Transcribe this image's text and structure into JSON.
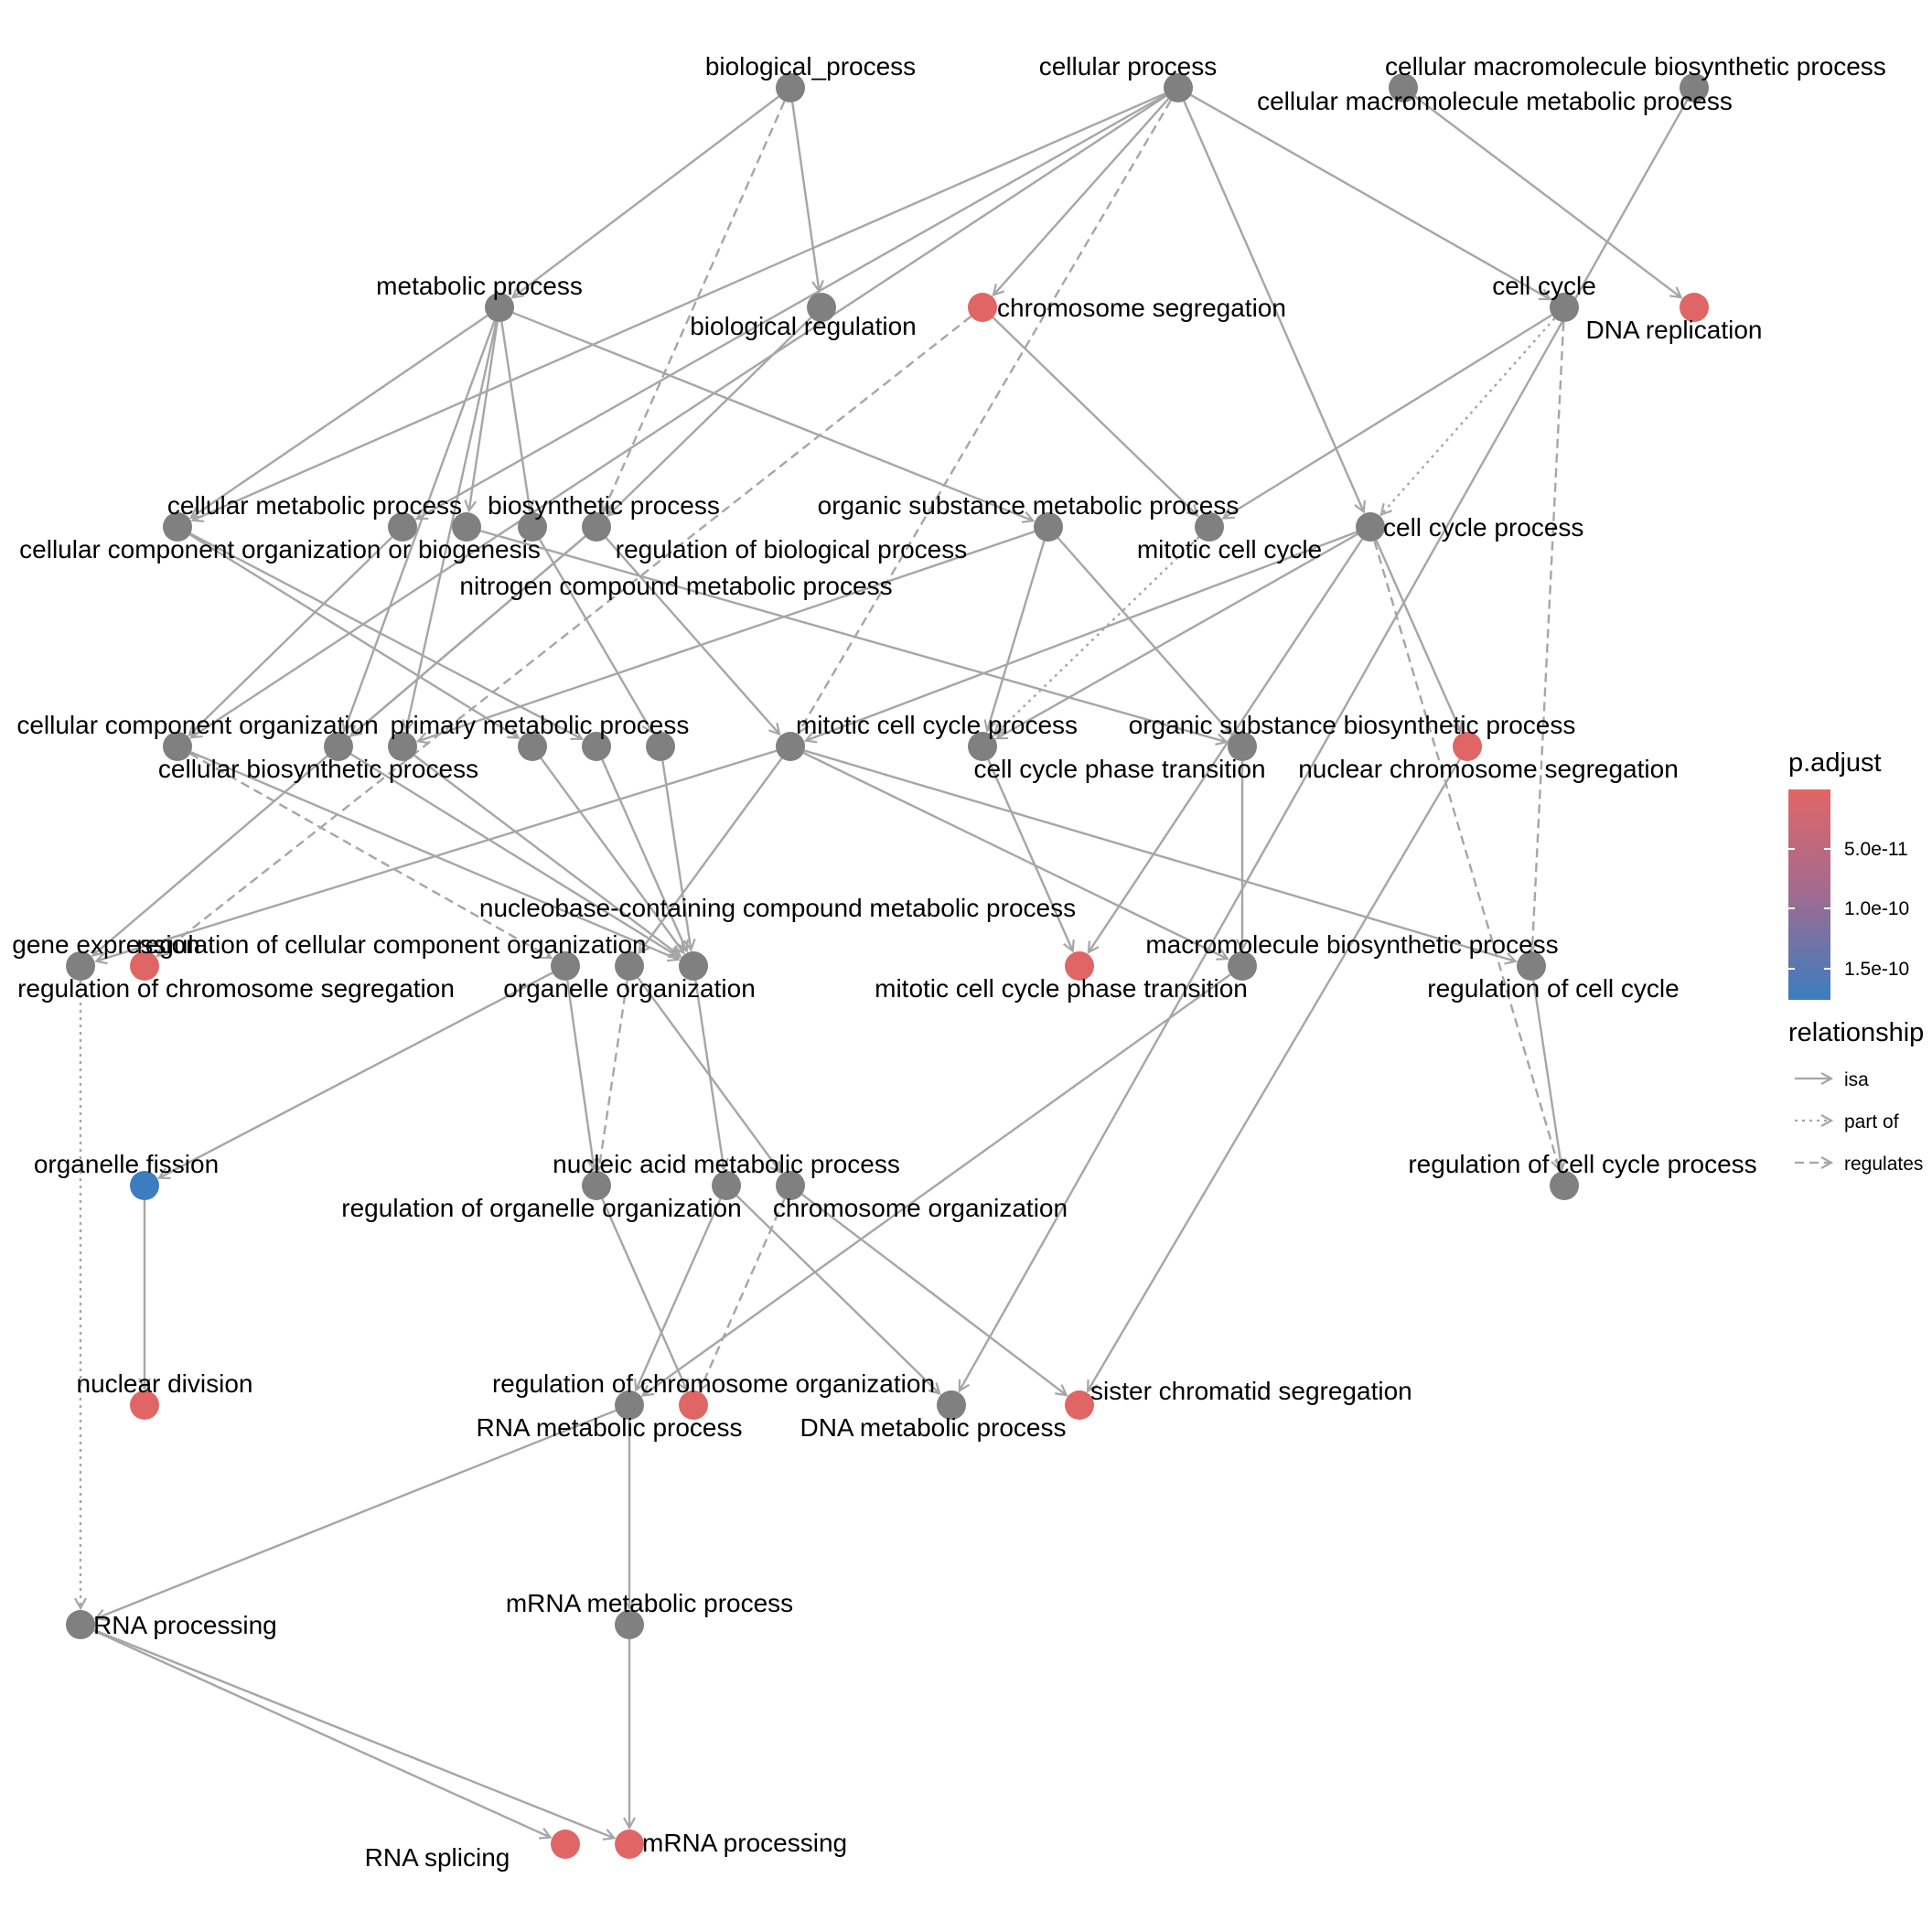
{
  "colors": {
    "node_default": "#808080",
    "node_high": "#E06666",
    "node_low": "#3B7DBF",
    "edge": "#A6A6A6"
  },
  "nodes": [
    {
      "id": "biological_process",
      "label": "biological_process",
      "color": "default"
    },
    {
      "id": "cellular_process",
      "label": "cellular process",
      "color": "default"
    },
    {
      "id": "cell_macro_biosyn",
      "label": "cellular macromolecule biosynthetic process",
      "color": "default"
    },
    {
      "id": "cell_macro_metab",
      "label": "cellular macromolecule metabolic process",
      "color": "default"
    },
    {
      "id": "metabolic_process",
      "label": "metabolic process",
      "color": "default"
    },
    {
      "id": "biological_regulation",
      "label": "biological regulation",
      "color": "default"
    },
    {
      "id": "chromosome_segregation",
      "label": "chromosome segregation",
      "color": "high"
    },
    {
      "id": "cell_cycle",
      "label": "cell cycle",
      "color": "default"
    },
    {
      "id": "dna_replication",
      "label": "DNA replication",
      "color": "high"
    },
    {
      "id": "cellular_metabolic",
      "label": "cellular metabolic process",
      "color": "default"
    },
    {
      "id": "ccob",
      "label": "cellular component organization or biogenesis",
      "color": "default"
    },
    {
      "id": "biosynthetic",
      "label": "biosynthetic process",
      "color": "default"
    },
    {
      "id": "reg_bio_process",
      "label": "regulation of biological process",
      "color": "default"
    },
    {
      "id": "nitrogen",
      "label": "nitrogen compound metabolic process",
      "color": "default"
    },
    {
      "id": "organic_metab",
      "label": "organic substance metabolic process",
      "color": "default"
    },
    {
      "id": "mitotic_cell_cycle",
      "label": "mitotic cell cycle",
      "color": "default"
    },
    {
      "id": "cell_cycle_process",
      "label": "cell cycle process",
      "color": "default"
    },
    {
      "id": "cc_org",
      "label": "cellular component organization",
      "color": "default"
    },
    {
      "id": "cell_biosyn",
      "label": "cellular biosynthetic process",
      "color": "default"
    },
    {
      "id": "primary_metab",
      "label": "primary metabolic process",
      "color": "default"
    },
    {
      "id": "mitotic_cc_process",
      "label": "mitotic cell cycle process",
      "color": "default"
    },
    {
      "id": "cc_phase_trans",
      "label": "cell cycle phase transition",
      "color": "default"
    },
    {
      "id": "organic_biosyn",
      "label": "organic substance biosynthetic process",
      "color": "default"
    },
    {
      "id": "nuclear_chr_seg",
      "label": "nuclear chromosome segregation",
      "color": "high"
    },
    {
      "id": "unlabeled_1",
      "label": "",
      "color": "default"
    },
    {
      "id": "unlabeled_2",
      "label": "",
      "color": "default"
    },
    {
      "id": "unlabeled_3",
      "label": "",
      "color": "default"
    },
    {
      "id": "gene_expression",
      "label": "gene expression",
      "color": "default"
    },
    {
      "id": "reg_chr_seg",
      "label": "regulation of chromosome segregation",
      "color": "high"
    },
    {
      "id": "reg_ccorg",
      "label": "regulation of cellular component organization",
      "color": "default"
    },
    {
      "id": "organelle_org",
      "label": "organelle organization",
      "color": "default"
    },
    {
      "id": "nucleobase",
      "label": "nucleobase-containing compound metabolic process",
      "color": "default"
    },
    {
      "id": "mitotic_phase_trans",
      "label": "mitotic cell cycle phase transition",
      "color": "high"
    },
    {
      "id": "macro_biosyn",
      "label": "macromolecule biosynthetic process",
      "color": "default"
    },
    {
      "id": "reg_cell_cycle",
      "label": "regulation of cell cycle",
      "color": "default"
    },
    {
      "id": "organelle_fission",
      "label": "organelle fission",
      "color": "low"
    },
    {
      "id": "reg_organelle_org",
      "label": "regulation of organelle organization",
      "color": "default"
    },
    {
      "id": "nucleic_acid",
      "label": "nucleic acid metabolic process",
      "color": "default"
    },
    {
      "id": "chromosome_org",
      "label": "chromosome organization",
      "color": "default"
    },
    {
      "id": "reg_cc_process",
      "label": "regulation of cell cycle process",
      "color": "default"
    },
    {
      "id": "nuclear_division",
      "label": "nuclear division",
      "color": "high"
    },
    {
      "id": "rna_metab",
      "label": "RNA metabolic process",
      "color": "default"
    },
    {
      "id": "reg_chr_org",
      "label": "regulation of chromosome organization",
      "color": "high"
    },
    {
      "id": "dna_metab",
      "label": "DNA metabolic process",
      "color": "default"
    },
    {
      "id": "sister_chrom",
      "label": "sister chromatid segregation",
      "color": "high"
    },
    {
      "id": "rna_processing",
      "label": "RNA processing",
      "color": "default"
    },
    {
      "id": "mrna_metab",
      "label": "mRNA metabolic process",
      "color": "default"
    },
    {
      "id": "rna_splicing",
      "label": "RNA splicing",
      "color": "high"
    },
    {
      "id": "mrna_processing",
      "label": "mRNA processing",
      "color": "high"
    }
  ],
  "edges": [
    {
      "from": "biological_process",
      "to": "metabolic_process",
      "type": "isa"
    },
    {
      "from": "biological_process",
      "to": "biological_regulation",
      "type": "isa"
    },
    {
      "from": "biological_process",
      "to": "reg_bio_process",
      "type": "regulates"
    },
    {
      "from": "cellular_process",
      "to": "cell_cycle",
      "type": "isa"
    },
    {
      "from": "cellular_process",
      "to": "chromosome_segregation",
      "type": "isa"
    },
    {
      "from": "cellular_process",
      "to": "ccob",
      "type": "isa"
    },
    {
      "from": "cellular_process",
      "to": "cellular_metabolic",
      "type": "isa"
    },
    {
      "from": "cellular_process",
      "to": "cell_cycle_process",
      "type": "isa"
    },
    {
      "from": "cellular_process",
      "to": "cc_org",
      "type": "isa"
    },
    {
      "from": "cellular_process",
      "to": "mitotic_cc_process",
      "type": "regulates"
    },
    {
      "from": "cell_macro_metab",
      "to": "dna_metab",
      "type": "isa"
    },
    {
      "from": "cell_macro_biosyn",
      "to": "dna_replication",
      "type": "isa"
    },
    {
      "from": "metabolic_process",
      "to": "cellular_metabolic",
      "type": "isa"
    },
    {
      "from": "metabolic_process",
      "to": "biosynthetic",
      "type": "isa"
    },
    {
      "from": "metabolic_process",
      "to": "nitrogen",
      "type": "isa"
    },
    {
      "from": "metabolic_process",
      "to": "organic_metab",
      "type": "isa"
    },
    {
      "from": "metabolic_process",
      "to": "cell_biosyn",
      "type": "isa"
    },
    {
      "from": "metabolic_process",
      "to": "primary_metab",
      "type": "isa"
    },
    {
      "from": "biological_regulation",
      "to": "reg_bio_process",
      "type": "isa"
    },
    {
      "from": "chromosome_segregation",
      "to": "mitotic_cell_cycle",
      "type": "isa"
    },
    {
      "from": "chromosome_segregation",
      "to": "reg_chr_seg",
      "type": "regulates"
    },
    {
      "from": "cell_cycle",
      "to": "cell_cycle_process",
      "type": "partof"
    },
    {
      "from": "cell_cycle",
      "to": "mitotic_cell_cycle",
      "type": "isa"
    },
    {
      "from": "cell_cycle",
      "to": "reg_cell_cycle",
      "type": "regulates"
    },
    {
      "from": "ccob",
      "to": "cc_org",
      "type": "isa"
    },
    {
      "from": "cellular_metabolic",
      "to": "unlabeled_1",
      "type": "isa"
    },
    {
      "from": "cellular_metabolic",
      "to": "unlabeled_2",
      "type": "isa"
    },
    {
      "from": "nitrogen",
      "to": "unlabeled_3",
      "type": "isa"
    },
    {
      "from": "biosynthetic",
      "to": "organic_biosyn",
      "type": "isa"
    },
    {
      "from": "reg_bio_process",
      "to": "mitotic_cc_process",
      "type": "isa"
    },
    {
      "from": "reg_bio_process",
      "to": "cell_biosyn",
      "type": "isa"
    },
    {
      "from": "organic_metab",
      "to": "primary_metab",
      "type": "isa"
    },
    {
      "from": "organic_metab",
      "to": "organic_biosyn",
      "type": "isa"
    },
    {
      "from": "organic_metab",
      "to": "cc_phase_trans",
      "type": "isa"
    },
    {
      "from": "mitotic_cell_cycle",
      "to": "cc_phase_trans",
      "type": "partof"
    },
    {
      "from": "cell_cycle_process",
      "to": "mitotic_cc_process",
      "type": "isa"
    },
    {
      "from": "cell_cycle_process",
      "to": "cc_phase_trans",
      "type": "isa"
    },
    {
      "from": "cell_cycle_process",
      "to": "nuclear_chr_seg",
      "type": "isa"
    },
    {
      "from": "cell_cycle_process",
      "to": "reg_cc_process",
      "type": "regulates"
    },
    {
      "from": "cell_cycle_process",
      "to": "mitotic_phase_trans",
      "type": "isa"
    },
    {
      "from": "cc_org",
      "to": "nucleobase",
      "type": "isa"
    },
    {
      "from": "cc_org",
      "to": "reg_ccorg",
      "type": "regulates"
    },
    {
      "from": "cell_biosyn",
      "to": "nucleobase",
      "type": "isa"
    },
    {
      "from": "primary_metab",
      "to": "nucleobase",
      "type": "isa"
    },
    {
      "from": "unlabeled_1",
      "to": "nucleobase",
      "type": "isa"
    },
    {
      "from": "unlabeled_2",
      "to": "nucleobase",
      "type": "isa"
    },
    {
      "from": "unlabeled_3",
      "to": "nucleobase",
      "type": "isa"
    },
    {
      "from": "mitotic_cc_process",
      "to": "gene_expression",
      "type": "isa"
    },
    {
      "from": "mitotic_cc_process",
      "to": "reg_cell_cycle",
      "type": "isa"
    },
    {
      "from": "mitotic_cc_process",
      "to": "organelle_org",
      "type": "isa"
    },
    {
      "from": "cc_phase_trans",
      "to": "mitotic_phase_trans",
      "type": "isa"
    },
    {
      "from": "organic_biosyn",
      "to": "macro_biosyn",
      "type": "isa"
    },
    {
      "from": "reg_bio_process",
      "to": "gene_expression",
      "type": "isa"
    },
    {
      "from": "nuclear_chr_seg",
      "to": "sister_chrom",
      "type": "isa"
    },
    {
      "from": "mitotic_cc_process",
      "to": "macro_biosyn",
      "type": "isa"
    },
    {
      "from": "gene_expression",
      "to": "rna_processing",
      "type": "partof"
    },
    {
      "from": "reg_ccorg",
      "to": "organelle_fission",
      "type": "isa"
    },
    {
      "from": "reg_ccorg",
      "to": "reg_organelle_org",
      "type": "isa"
    },
    {
      "from": "organelle_org",
      "to": "reg_organelle_org",
      "type": "regulates"
    },
    {
      "from": "organelle_org",
      "to": "chromosome_org",
      "type": "isa"
    },
    {
      "from": "nucleobase",
      "to": "nucleic_acid",
      "type": "isa"
    },
    {
      "from": "reg_cell_cycle",
      "to": "reg_cc_process",
      "type": "isa"
    },
    {
      "from": "organelle_fission",
      "to": "nuclear_division",
      "type": "isa"
    },
    {
      "from": "reg_organelle_org",
      "to": "reg_chr_org",
      "type": "isa"
    },
    {
      "from": "nucleic_acid",
      "to": "rna_metab",
      "type": "isa"
    },
    {
      "from": "nucleic_acid",
      "to": "dna_metab",
      "type": "isa"
    },
    {
      "from": "chromosome_org",
      "to": "reg_chr_org",
      "type": "regulates"
    },
    {
      "from": "chromosome_org",
      "to": "sister_chrom",
      "type": "isa"
    },
    {
      "from": "macro_biosyn",
      "to": "rna_metab",
      "type": "isa"
    },
    {
      "from": "rna_metab",
      "to": "rna_processing",
      "type": "isa"
    },
    {
      "from": "rna_metab",
      "to": "mrna_metab",
      "type": "isa"
    },
    {
      "from": "rna_processing",
      "to": "rna_splicing",
      "type": "isa"
    },
    {
      "from": "rna_processing",
      "to": "mrna_processing",
      "type": "isa"
    },
    {
      "from": "mrna_metab",
      "to": "mrna_processing",
      "type": "isa"
    }
  ],
  "legend": {
    "color_title": "p.adjust",
    "color_ticks": [
      "5.0e-11",
      "1.0e-10",
      "1.5e-10"
    ],
    "relationship_title": "relationship",
    "relationship_items": [
      {
        "type": "isa",
        "label": "isa"
      },
      {
        "type": "partof",
        "label": "part of"
      },
      {
        "type": "regulates",
        "label": "regulates"
      }
    ]
  }
}
